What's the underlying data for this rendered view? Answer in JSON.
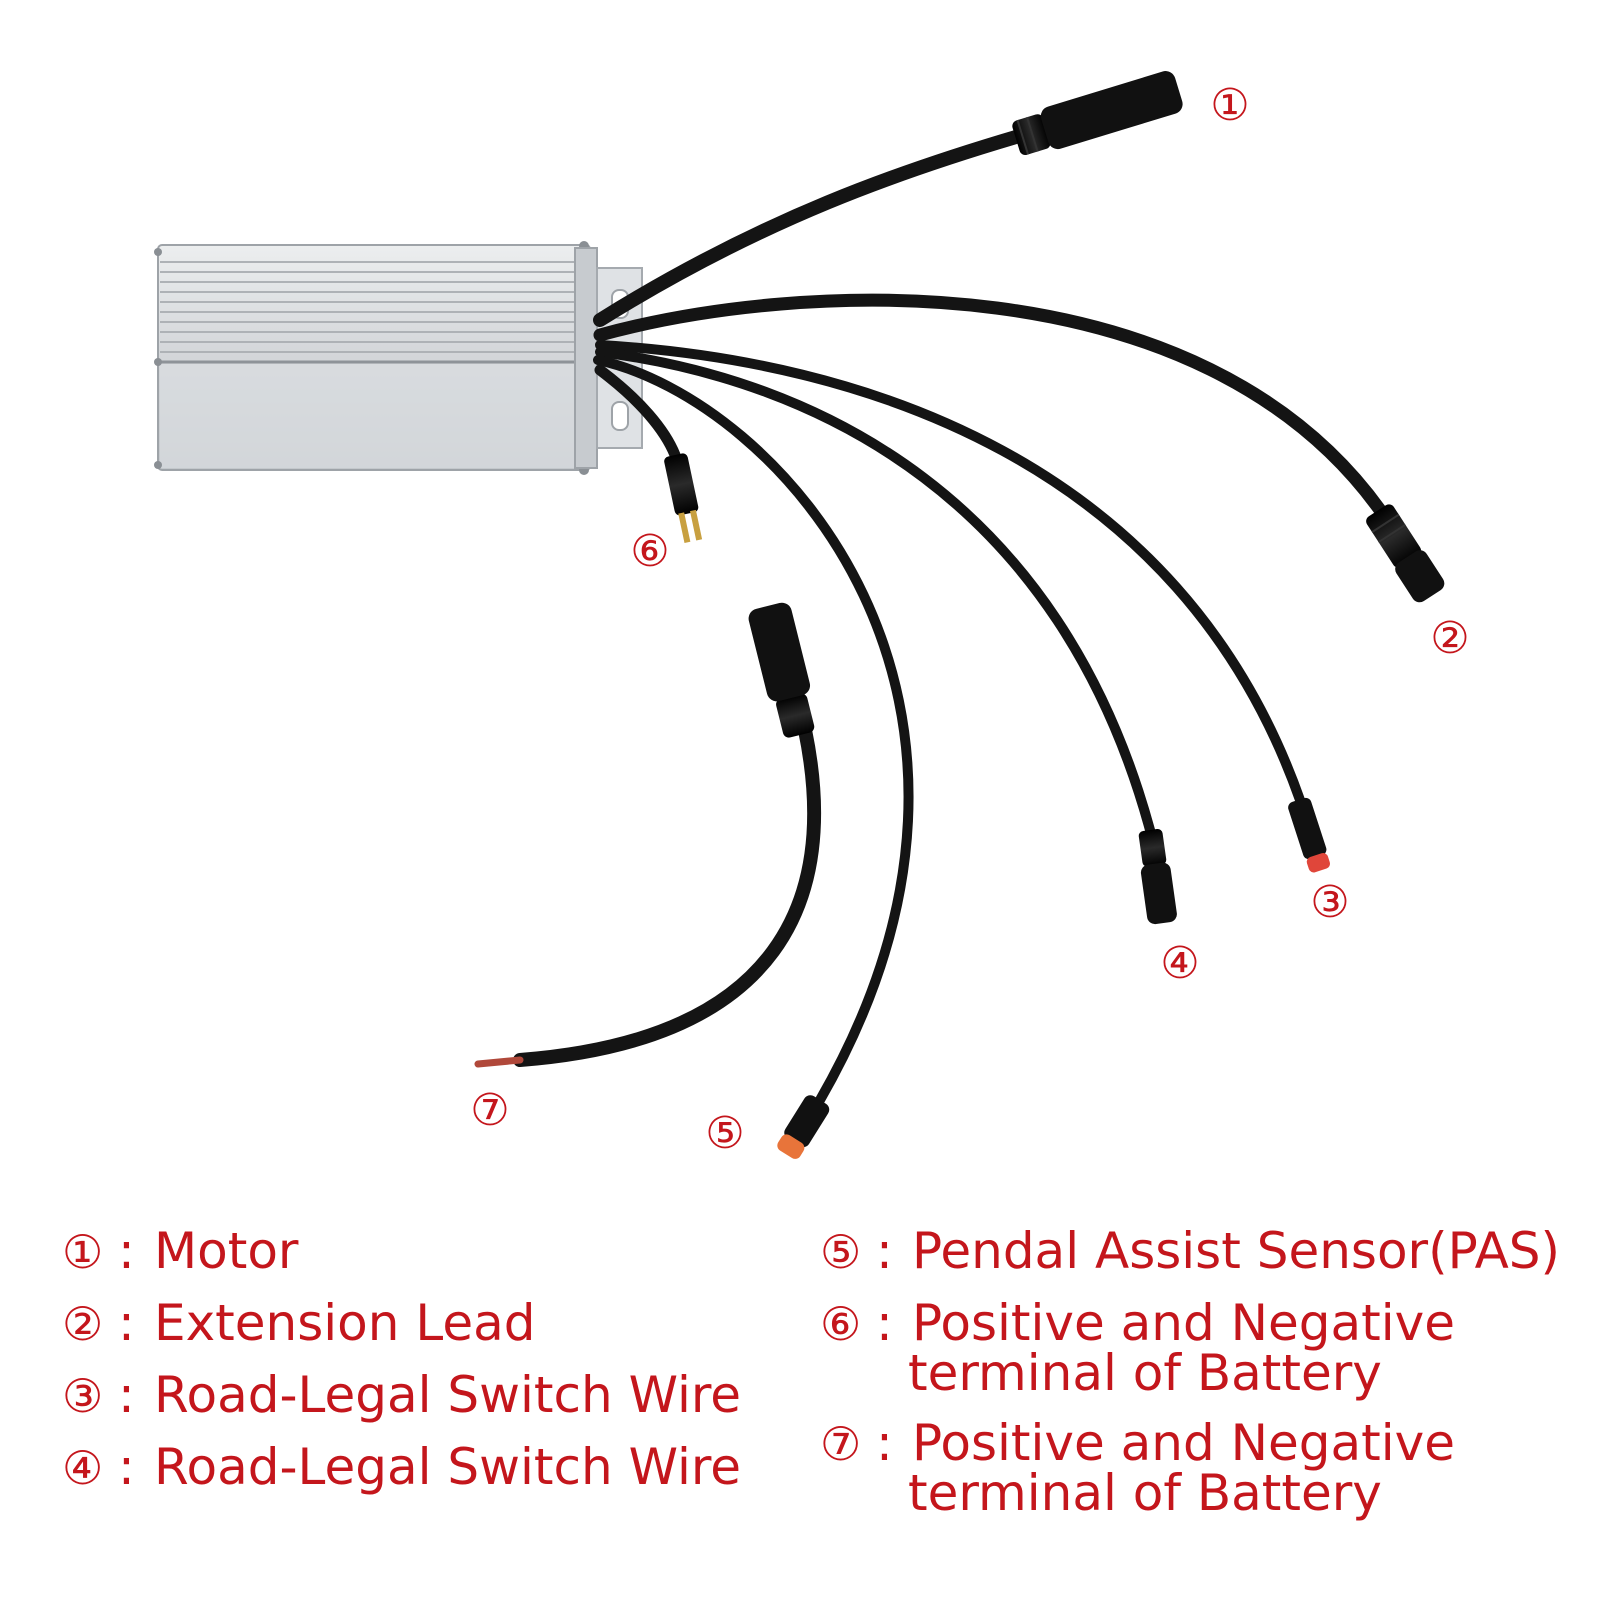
{
  "diagram": {
    "labels": {
      "l1": "①",
      "l2": "②",
      "l3": "③",
      "l4": "④",
      "l5": "⑤",
      "l6": "⑥",
      "l7": "⑦"
    }
  },
  "legend": {
    "separator": ":",
    "left": [
      {
        "mark": "①",
        "text": "Motor"
      },
      {
        "mark": "②",
        "text": "Extension Lead"
      },
      {
        "mark": "③",
        "text": "Road-Legal Switch Wire"
      },
      {
        "mark": "④",
        "text": "Road-Legal Switch Wire"
      }
    ],
    "right": [
      {
        "mark": "⑤",
        "text": "Pendal Assist Sensor(PAS)",
        "text2": ""
      },
      {
        "mark": "⑥",
        "text": "Positive and Negative",
        "text2": "terminal of Battery"
      },
      {
        "mark": "⑦",
        "text": "Positive and Negative",
        "text2": "terminal of Battery"
      }
    ]
  },
  "colors": {
    "label_red": "#c4161c",
    "cable_black": "#141414",
    "housing_silver": "#d9dcdf",
    "connector_orange": "#e8743a",
    "connector_red": "#e0463a"
  }
}
